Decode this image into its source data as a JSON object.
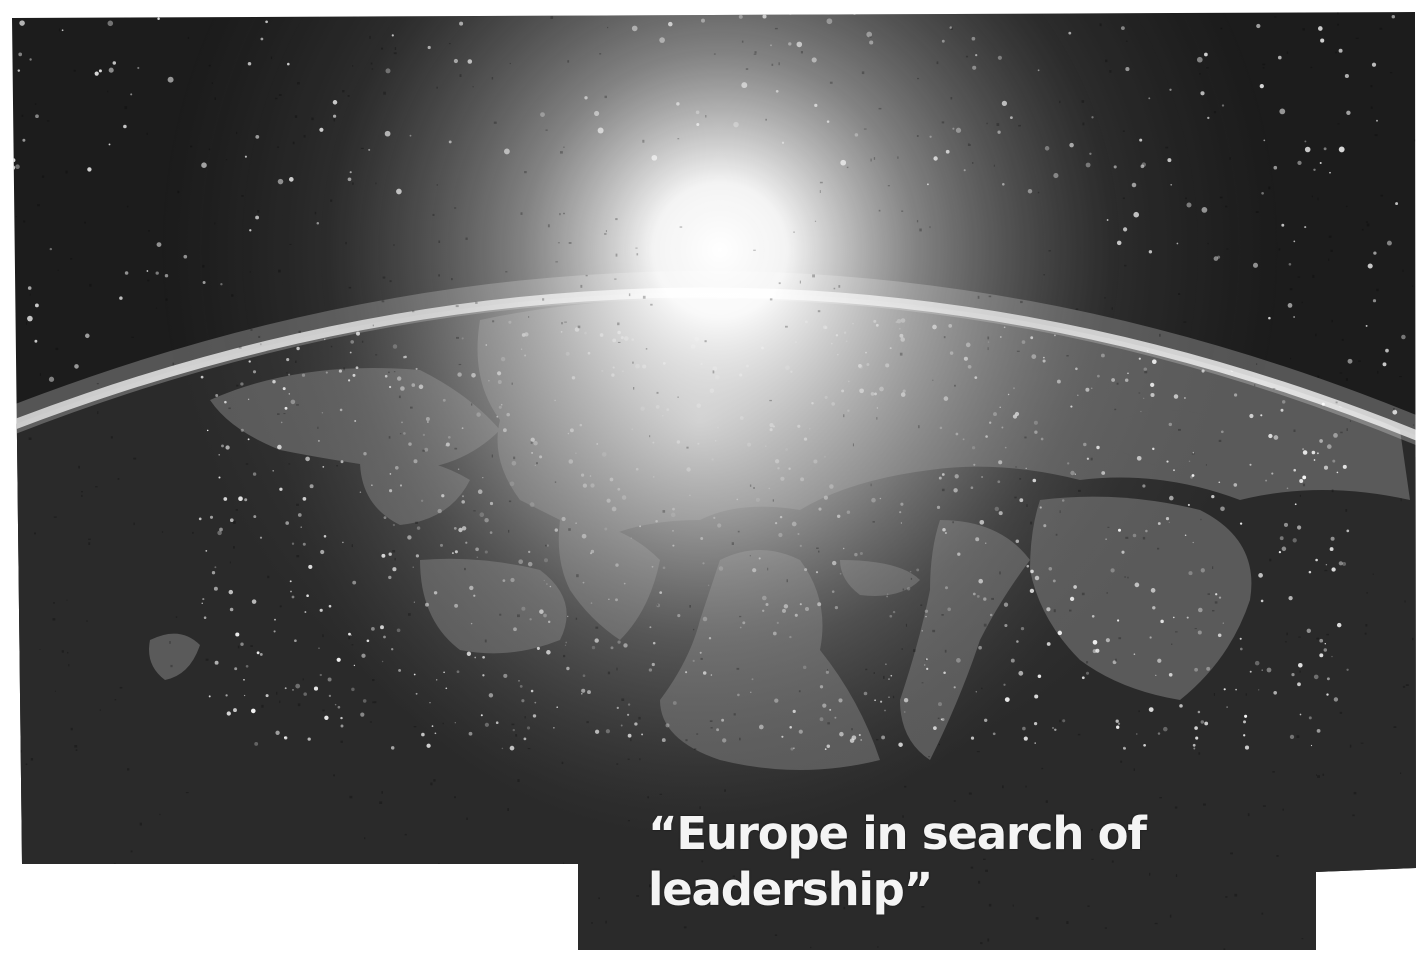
{
  "image": {
    "subject": "night-earth-europe-photo",
    "colors": {
      "background": "#ffffff",
      "space": "#1c1c1c",
      "ocean": "#2a2a2a",
      "land": "#575757",
      "glow": "#ffffff"
    }
  },
  "caption": {
    "line1": "“Europe in search of",
    "line2": "leadership”"
  }
}
